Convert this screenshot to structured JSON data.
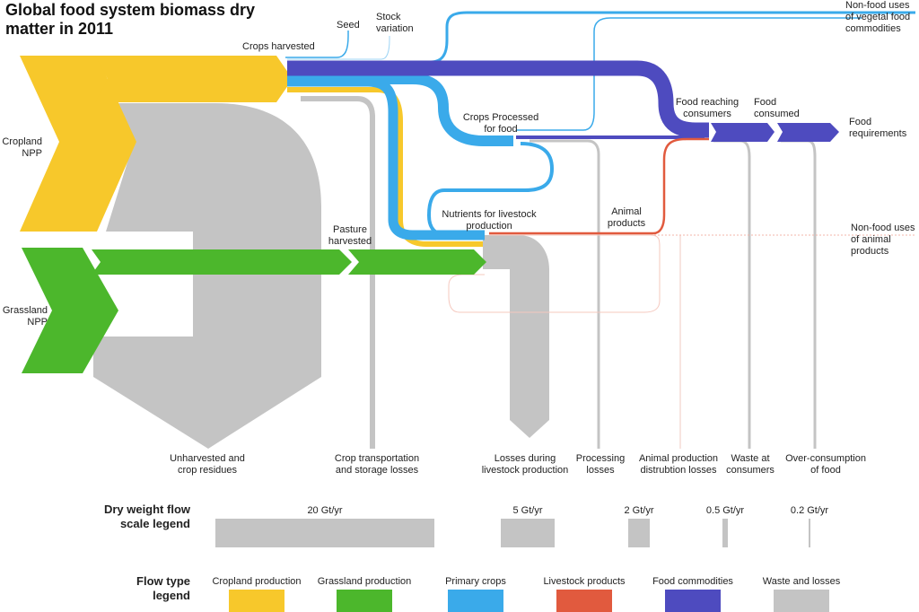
{
  "title": "Global food system biomass dry\nmatter in 2011",
  "colors": {
    "cropland": "#f7c82b",
    "grassland": "#4cb72c",
    "primary_crops": "#3aaaea",
    "livestock": "#e15a3e",
    "food": "#4e4bbf",
    "waste": "#c4c4c4"
  },
  "nodes": {
    "cropland_npp": "Cropland\nNPP",
    "grassland_npp": "Grassland\nNPP",
    "crops_harvested": "Crops harvested",
    "seed": "Seed",
    "stock_variation": "Stock\nvariation",
    "non_food_vegetal": "Non-food uses\nof vegetal food\ncommodities",
    "crops_processed": "Crops Processed\nfor food",
    "food_reaching": "Food reaching\nconsumers",
    "food_consumed": "Food\nconsumed",
    "food_requirements": "Food\nrequirements",
    "pasture_harvested": "Pasture\nharvested",
    "nutrients_livestock": "Nutrients for livestock\nproduction",
    "animal_products": "Animal\nproducts",
    "non_food_animal": "Non-food uses\nof animal\nproducts"
  },
  "losses": [
    "Unharvested and\ncrop residues",
    "Crop transportation\nand storage losses",
    "Losses during\nlivestock production",
    "Processing\nlosses",
    "Animal production\ndistrubtion losses",
    "Waste at\nconsumers",
    "Over-consumption\nof food"
  ],
  "scale_legend": {
    "heading": "Dry weight flow\nscale legend",
    "items": [
      {
        "label": "20 Gt/yr",
        "value": 20
      },
      {
        "label": "5 Gt/yr",
        "value": 5
      },
      {
        "label": "2 Gt/yr",
        "value": 2
      },
      {
        "label": "0.5 Gt/yr",
        "value": 0.5
      },
      {
        "label": "0.2 Gt/yr",
        "value": 0.2
      }
    ]
  },
  "type_legend": {
    "heading": "Flow type\nlegend",
    "items": [
      {
        "label": "Cropland production",
        "color": "#f7c82b"
      },
      {
        "label": "Grassland production",
        "color": "#4cb72c"
      },
      {
        "label": "Primary crops",
        "color": "#3aaaea"
      },
      {
        "label": "Livestock products",
        "color": "#e15a3e"
      },
      {
        "label": "Food commodities",
        "color": "#4e4bbf"
      },
      {
        "label": "Waste and losses",
        "color": "#c4c4c4"
      }
    ]
  }
}
